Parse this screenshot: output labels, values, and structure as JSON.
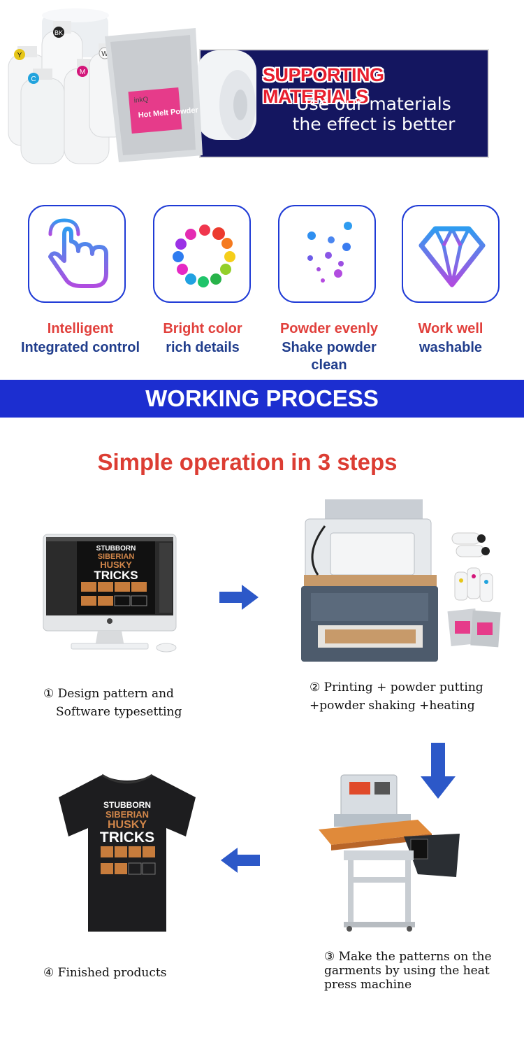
{
  "banner": {
    "title": "SUPPORTING MATERIALS",
    "line1": "Use our materials",
    "line2": "the effect is better",
    "bottle_labels": [
      "Y",
      "BK",
      "C",
      "M",
      "W"
    ],
    "powder_bag_brand": "inkQ",
    "powder_bag_text": "Hot Melt Powder"
  },
  "features": [
    {
      "icon": "touch-hand-icon",
      "line1": "Intelligent",
      "line2": "Integrated control",
      "line3": ""
    },
    {
      "icon": "color-wheel-icon",
      "line1": "Bright color",
      "line2": "rich details",
      "line3": ""
    },
    {
      "icon": "powder-dots-icon",
      "line1": "Powder evenly",
      "line2": "Shake powder",
      "line3": "clean"
    },
    {
      "icon": "diamond-icon",
      "line1": "Work well",
      "line2": "washable",
      "line3": ""
    }
  ],
  "process": {
    "title": "WORKING PROCESS",
    "heading": "Simple operation in 3 steps"
  },
  "design_text": [
    "STUBBORN",
    "SIBERIAN",
    "HUSKY",
    "TRICKS"
  ],
  "steps": [
    {
      "line1": "① Design pattern and",
      "line2": "Software typesetting"
    },
    {
      "line1": "②  Printing + powder putting",
      "line2": "+powder shaking +heating"
    },
    {
      "line1": "③  Make the patterns on the",
      "line2": "garments by using the heat",
      "line3": "press machine"
    },
    {
      "line1": "④  Finished products"
    }
  ],
  "colors": {
    "banner_bg": "#141660",
    "banner_title": "#e81e2d",
    "tile_border": "#1f3bd6",
    "feature_red": "#e1403c",
    "feature_blue": "#203d8c",
    "process_band": "#1c2ed0",
    "heading_red": "#dc3d33",
    "arrow_blue": "#2c58c8"
  }
}
